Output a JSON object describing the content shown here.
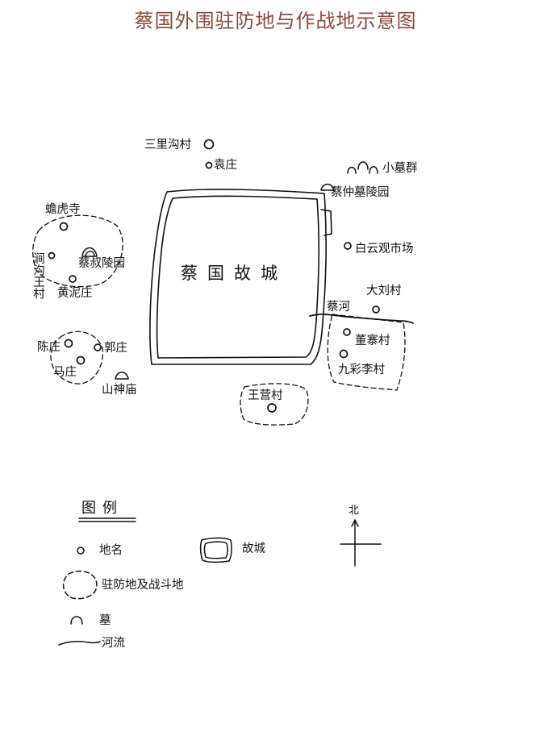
{
  "title": "蔡国外围驻防地与作战地示意图",
  "title_color": "#8b4a3c",
  "city": {
    "name": "蔡国故城"
  },
  "places": {
    "sanligou": "三里沟村",
    "yuanzhuang": "袁庄",
    "xiaomuqun": "小墓群",
    "caizhongmu": "蔡仲墓陵园",
    "baiyunguan": "白云观市场",
    "chanhusi": "蟾虎寺",
    "jiangouwang": "涧沟王村",
    "caishumu": "蔡叔陵园",
    "huangnizhuang": "黄泥庄",
    "dalliucun": "大刘村",
    "caihe": "蔡河",
    "dongzhai": "董寨村",
    "jiucaili": "九彩李村",
    "chenzhuang": "陈庄",
    "guozhuang": "郭庄",
    "mazhuang": "马庄",
    "shanshenmiao": "山神庙",
    "wangying": "王营村"
  },
  "legend": {
    "title": "图例",
    "place": "地名",
    "city": "故城",
    "garrison": "驻防地及战斗地",
    "tomb": "墓",
    "river": "河流"
  },
  "north": "北"
}
